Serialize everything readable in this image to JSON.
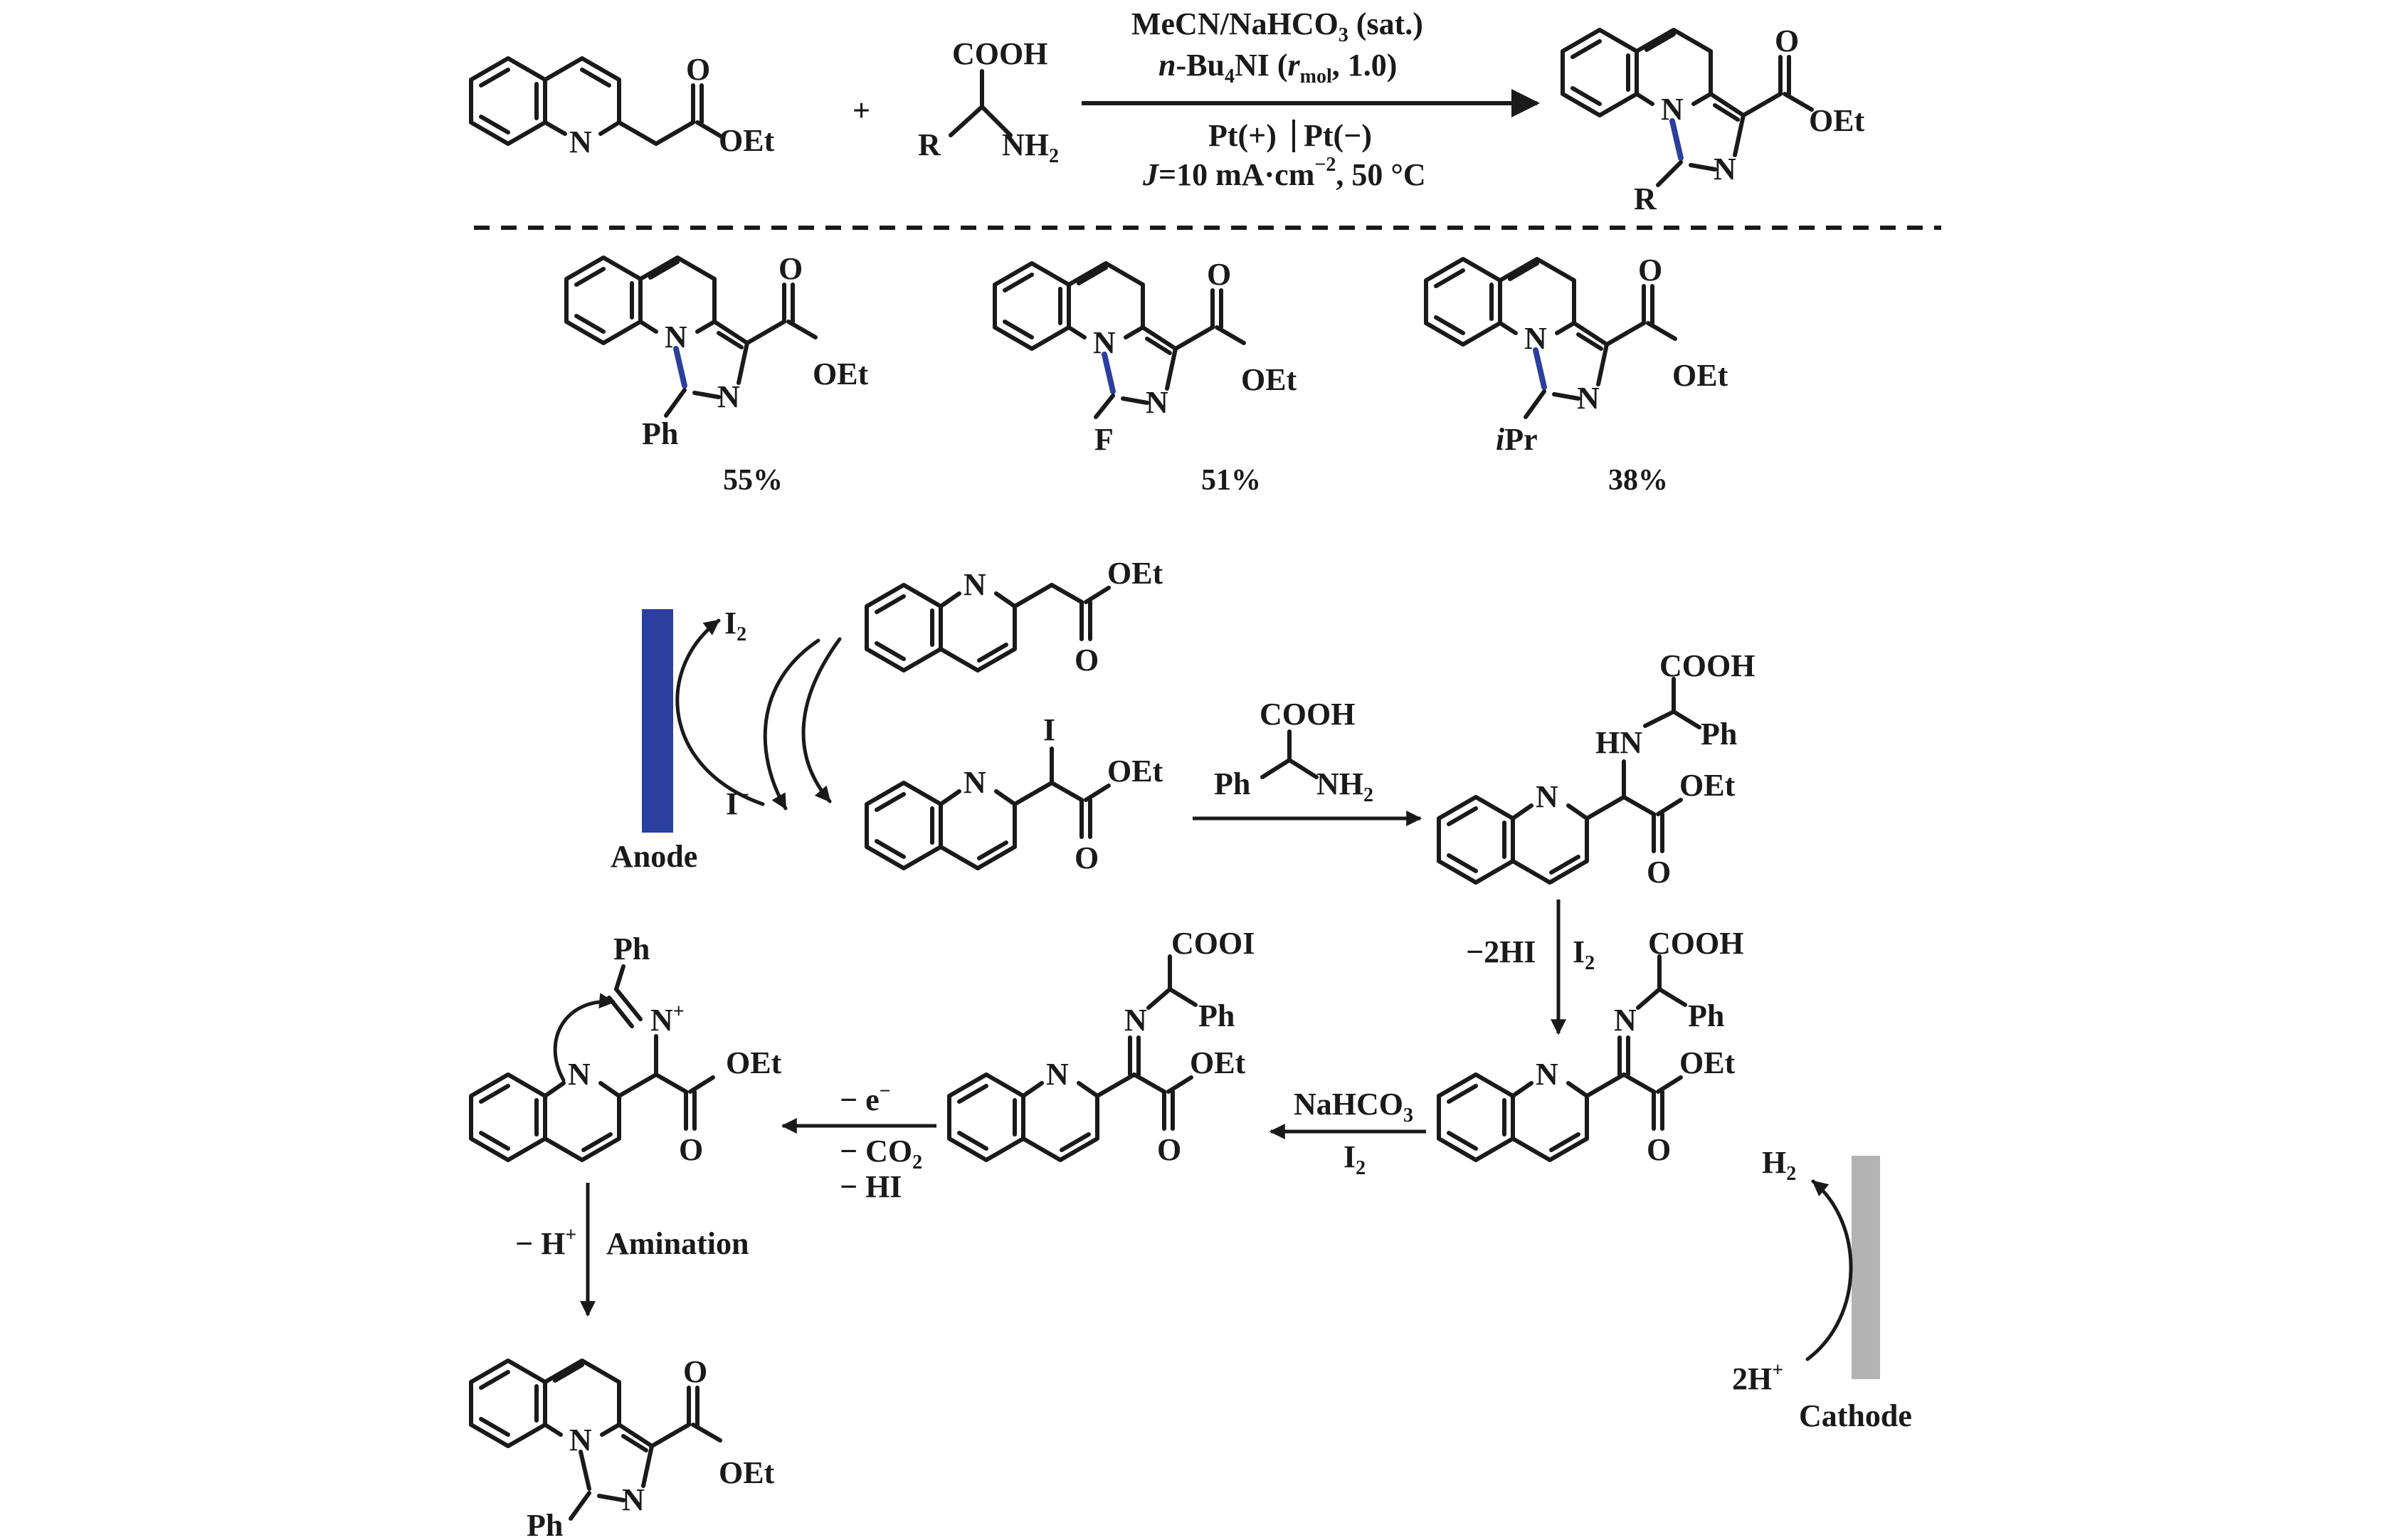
{
  "colors": {
    "ink": "#1a1a1a",
    "new_bond": "#2a3f9e",
    "anode": "#2a3f9e",
    "cathode": "#b3b3b3",
    "background": "#ffffff"
  },
  "reaction": {
    "atoms": {
      "N": "N",
      "O": "O",
      "OEt": "OEt",
      "R": "R",
      "COOH": "COOH",
      "NH": "NH",
      "sub2": "2"
    },
    "plus": "+",
    "conditions": {
      "line1_main": "MeCN/NaHCO",
      "line1_sub": "3",
      "line1_end": " (sat.)",
      "line2_italic": "n",
      "line2_a": "-Bu",
      "line2_sub": "4",
      "line2_b": "NI (",
      "line2_r": "r",
      "line2_rsub": "mol",
      "line2_c": ", 1.0)",
      "line3_left": "Pt(+)",
      "line3_right": "Pt(−)",
      "line4_J": "J",
      "line4_a": "=10 mA·cm",
      "line4_sup": "−2",
      "line4_b": ", 50 °C"
    }
  },
  "examples": [
    {
      "substituent": "Ph",
      "yield": "55%"
    },
    {
      "substituent": "F",
      "yield": "51%"
    },
    {
      "substituent_italic": "i",
      "substituent": "Pr",
      "yield": "38%"
    }
  ],
  "mechanism": {
    "I2": "I",
    "I2_sub": "2",
    "I_minus": "I",
    "I_minus_sup": "−",
    "I_atom": "I",
    "anode_label": "Anode",
    "cathode_label": "Cathode",
    "Ph": "Ph",
    "NH2": "NH",
    "HN": "HN",
    "COOH": "COOH",
    "COOI": "COOI",
    "step_minus2HI": "−2HI",
    "step_I2": "I",
    "step_NaHCO3": "NaHCO",
    "step_NaHCO3_sub": "3",
    "step_e": "− e",
    "step_e_sup": "−",
    "step_CO2": "− CO",
    "step_CO2_sub": "2",
    "step_HI": "− HI",
    "step_H": "− H",
    "step_H_sup": "+",
    "step_amination": "Amination",
    "N_plus": "N",
    "plus_sup": "+",
    "H2": "H",
    "twoH": "2H",
    "twoH_sup": "+"
  }
}
